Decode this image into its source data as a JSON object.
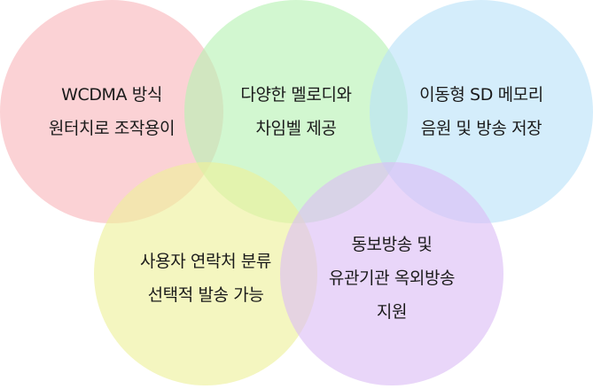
{
  "colors": {
    "pink": "#f8b7bb",
    "green": "#b7f2b3",
    "blue": "#b9e2f8",
    "yellow": "#eef09a",
    "purple": "#dcbdf5"
  },
  "circles": [
    {
      "name": "circle-wcdma",
      "color": "pink",
      "lines": [
        "WCDMA 방식",
        "원터치로 조작용이"
      ]
    },
    {
      "name": "circle-melody",
      "color": "green",
      "lines": [
        "다양한 멜로디와",
        "차임벨 제공"
      ]
    },
    {
      "name": "circle-sd-memory",
      "color": "blue",
      "lines": [
        "이동형 SD 메모리",
        "음원 및 방송 저장"
      ]
    },
    {
      "name": "circle-contacts",
      "color": "yellow",
      "lines": [
        "사용자 연락처 분류",
        "선택적 발송 가능"
      ]
    },
    {
      "name": "circle-outdoor",
      "color": "purple",
      "lines": [
        "동보방송 및",
        "유관기관 옥외방송",
        "지원"
      ]
    }
  ]
}
